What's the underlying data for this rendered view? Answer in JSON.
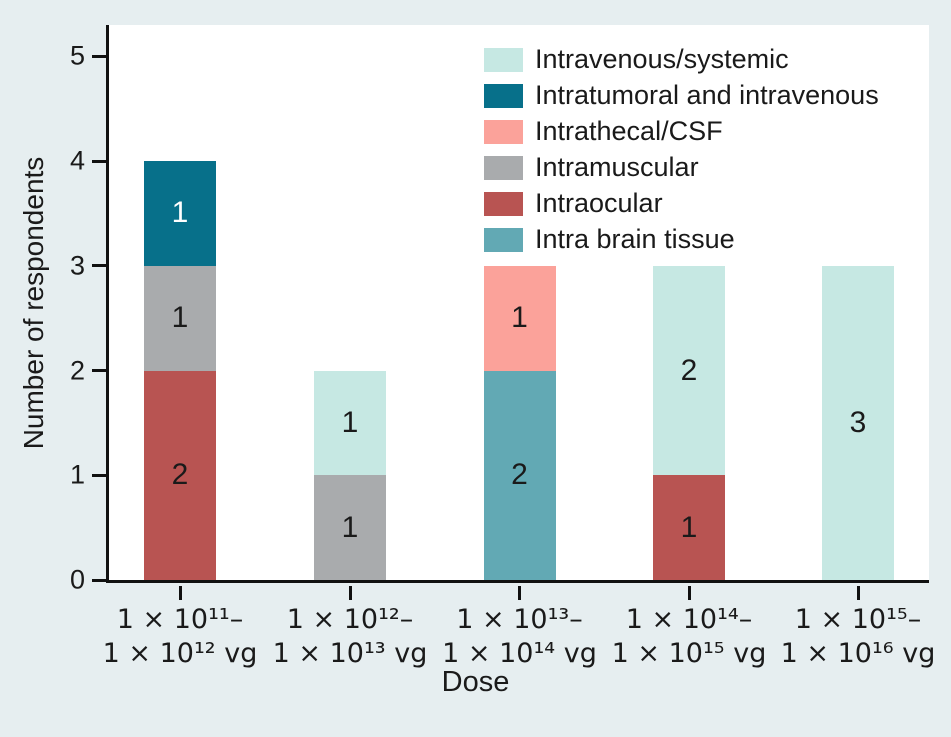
{
  "figure": {
    "background_color": "#e6eef0",
    "plot_background_color": "#ffffff",
    "axis_color": "#111111",
    "text_color": "#1a1a1a"
  },
  "axes": {
    "y_label": "Number of respondents",
    "x_label": "Dose"
  },
  "legend": {
    "items": [
      {
        "label": "Intravenous/systemic",
        "color": "#c6e8e3",
        "value_text_color": "#1a1a1a"
      },
      {
        "label": "Intratumoral and intravenous",
        "color": "#07708a",
        "value_text_color": "#ffffff"
      },
      {
        "label": "Intrathecal/CSF",
        "color": "#fba29a",
        "value_text_color": "#1a1a1a"
      },
      {
        "label": "Intramuscular",
        "color": "#a9abad",
        "value_text_color": "#1a1a1a"
      },
      {
        "label": "Intraocular",
        "color": "#b85452",
        "value_text_color": "#1a1a1a"
      },
      {
        "label": "Intra brain tissue",
        "color": "#62a9b4",
        "value_text_color": "#1a1a1a"
      }
    ]
  },
  "chart_data": {
    "type": "bar",
    "stacked": true,
    "title": "",
    "xlabel": "Dose",
    "ylabel": "Number of respondents",
    "ylim": [
      0,
      5.3
    ],
    "grid": false,
    "legend_position": "upper right inside plot",
    "yticks": [
      "0",
      "1",
      "2",
      "3",
      "4",
      "5"
    ],
    "categories": [
      [
        "1 × 10¹¹–",
        "1 × 10¹² vg"
      ],
      [
        "1 × 10¹²–",
        "1 × 10¹³ vg"
      ],
      [
        "1 × 10¹³–",
        "1 × 10¹⁴ vg"
      ],
      [
        "1 × 10¹⁴–",
        "1 × 10¹⁵ vg"
      ],
      [
        "1 × 10¹⁵–",
        "1 × 10¹⁶ vg"
      ]
    ],
    "series": [
      {
        "name": "Intravenous/systemic",
        "values": [
          0,
          1,
          0,
          2,
          3
        ]
      },
      {
        "name": "Intratumoral and intravenous",
        "values": [
          1,
          0,
          0,
          0,
          0
        ]
      },
      {
        "name": "Intrathecal/CSF",
        "values": [
          0,
          0,
          1,
          0,
          0
        ]
      },
      {
        "name": "Intramuscular",
        "values": [
          1,
          1,
          0,
          0,
          0
        ]
      },
      {
        "name": "Intraocular",
        "values": [
          2,
          0,
          0,
          1,
          0
        ]
      },
      {
        "name": "Intra brain tissue",
        "values": [
          0,
          0,
          2,
          0,
          0
        ]
      }
    ],
    "stacks_bottom_to_top": [
      [
        {
          "series": "Intraocular",
          "value": 2
        },
        {
          "series": "Intramuscular",
          "value": 1
        },
        {
          "series": "Intratumoral and intravenous",
          "value": 1
        }
      ],
      [
        {
          "series": "Intramuscular",
          "value": 1
        },
        {
          "series": "Intravenous/systemic",
          "value": 1
        }
      ],
      [
        {
          "series": "Intra brain tissue",
          "value": 2
        },
        {
          "series": "Intrathecal/CSF",
          "value": 1
        }
      ],
      [
        {
          "series": "Intraocular",
          "value": 1
        },
        {
          "series": "Intravenous/systemic",
          "value": 2
        }
      ],
      [
        {
          "series": "Intravenous/systemic",
          "value": 3
        }
      ]
    ],
    "bar_totals": [
      4,
      2,
      3,
      3,
      3
    ]
  }
}
